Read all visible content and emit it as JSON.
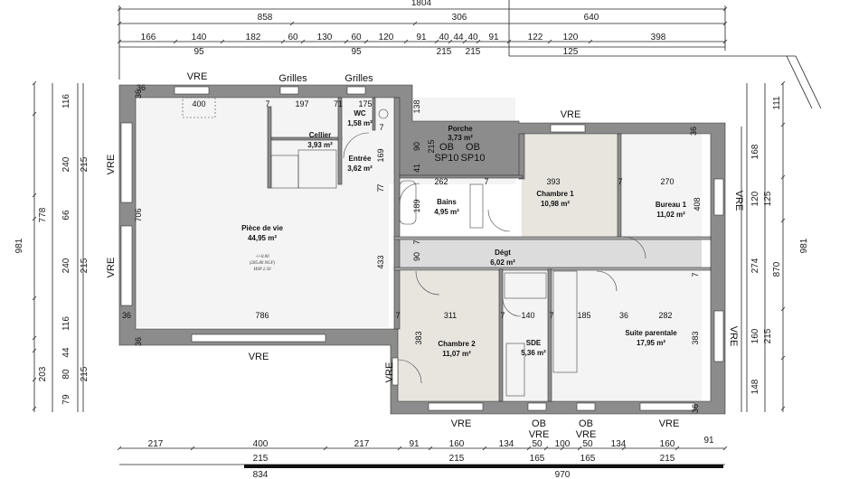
{
  "dimensions": {
    "top_total": "1804",
    "top_row1": [
      "858",
      "306",
      "640"
    ],
    "top_row2": [
      "166",
      "140",
      "182",
      "60",
      "130",
      "60",
      "120",
      "91",
      "40",
      "44",
      "40",
      "91",
      "122",
      "120",
      "398"
    ],
    "top_row3": [
      "95",
      "95",
      "215",
      "215",
      "125"
    ],
    "bottom_row1": [
      "217",
      "400",
      "217",
      "91",
      "160",
      "134",
      "50",
      "100",
      "50",
      "134",
      "160",
      "91"
    ],
    "bottom_row2": [
      "215",
      "215",
      "165",
      "165",
      "215"
    ],
    "bottom_total": [
      "834",
      "970"
    ],
    "left_outer": "981",
    "left_middle": [
      "778",
      "203"
    ],
    "left_inner": [
      "116",
      "240",
      "66",
      "240",
      "116",
      "44",
      "80",
      "79"
    ],
    "left_sub": [
      "215",
      "215",
      "215"
    ],
    "right_outer": "981",
    "right_middle": [
      "111",
      "870"
    ],
    "right_inner": [
      "168",
      "120",
      "274",
      "160",
      "148"
    ],
    "right_sub": [
      "125",
      "215"
    ]
  },
  "interior_dims": [
    "36",
    "400",
    "197",
    "7",
    "71",
    "175",
    "7",
    "36",
    "706",
    "786",
    "36",
    "36",
    "138",
    "90",
    "215",
    "41",
    "169",
    "7",
    "262",
    "7",
    "393",
    "7",
    "270",
    "189",
    "408",
    "7",
    "90",
    "433",
    "7",
    "7",
    "311",
    "7",
    "140",
    "7",
    "185",
    "282",
    "7",
    "36",
    "383",
    "383",
    "36",
    "36"
  ],
  "windows": {
    "top": [
      "VRE",
      "Grilles",
      "Grilles",
      "VRE"
    ],
    "left": [
      "VRE",
      "VRE"
    ],
    "right": [
      "VRE"
    ],
    "bottom": [
      "VRE",
      "VRE",
      "OB",
      "VRE",
      "OB",
      "VRE",
      "VRE"
    ],
    "porch": [
      "OB",
      "SP10",
      "OB",
      "SP10"
    ]
  },
  "rooms": [
    {
      "name": "Pièce de vie",
      "area": "44,95 m²"
    },
    {
      "name": "Cellier",
      "area": "3,93 m²"
    },
    {
      "name": "WC",
      "area": "1,58 m²"
    },
    {
      "name": "Entrée",
      "area": "3,62 m²"
    },
    {
      "name": "Porche",
      "area": "3,73 m²"
    },
    {
      "name": "Bains",
      "area": "4,95 m²"
    },
    {
      "name": "Chambre 1",
      "area": "10,98 m²"
    },
    {
      "name": "Bureau 1",
      "area": "11,02 m²"
    },
    {
      "name": "Dégt",
      "area": "6,02 m²"
    },
    {
      "name": "Chambre 2",
      "area": "11,07 m²"
    },
    {
      "name": "SDE",
      "area": "5,36 m²"
    },
    {
      "name": "Suite parentale",
      "area": "17,95 m²"
    }
  ],
  "level_note": [
    "+/-0.00",
    "(285.80 NGF)",
    "HSP 2.50"
  ],
  "colors": {
    "wall": "#808080",
    "floor_white": "#f4f4f4",
    "floor_beige": "#e8e5de",
    "porch": "#d0d0d0",
    "corridor": "#dedede",
    "dim_line": "#222222"
  }
}
